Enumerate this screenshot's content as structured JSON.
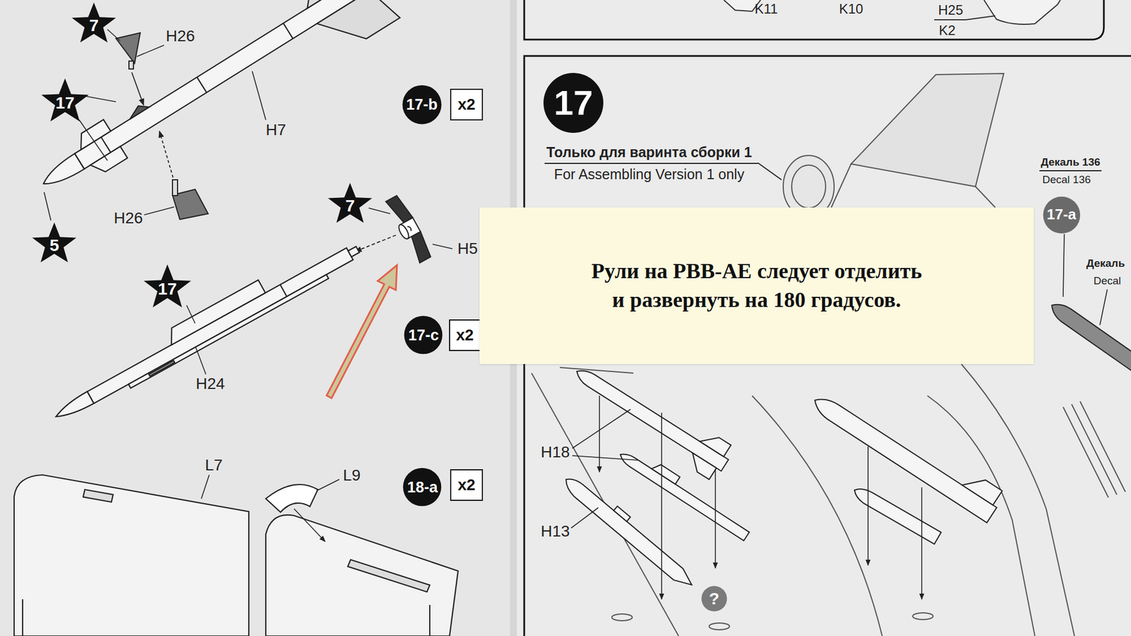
{
  "diagram": {
    "nodes": [
      {
        "text": [
          "7"
        ]
      },
      {
        "text": [
          "17"
        ]
      },
      {
        "text": [
          "17-b"
        ]
      },
      {
        "text": [
          "x2"
        ]
      },
      {
        "text": [
          "5"
        ]
      },
      {
        "text": [
          "7"
        ]
      },
      {
        "text": [
          "17"
        ]
      },
      {
        "text": [
          "17-c"
        ]
      },
      {
        "text": [
          "x2"
        ]
      },
      {
        "text": [
          "18-a"
        ]
      },
      {
        "text": [
          "x2"
        ]
      },
      {
        "text": [
          "17"
        ]
      },
      {
        "text": [
          "Рули на РВВ-АЕ следует отделить и развернуть на 180 градусов."
        ]
      },
      {
        "text": [
          "17-a"
        ]
      },
      {
        "text": [
          "?"
        ]
      }
    ],
    "labels": [
      "K11",
      "K10",
      "H25",
      "K2",
      "H26",
      "H7",
      "H26",
      "H5",
      "H24",
      "L7",
      "L9",
      "Только для варинта сборки 1",
      "For Assembling Version 1 only",
      "Декаль 136",
      "Decal 136",
      "Декаль",
      "Decal",
      "H18",
      "H13"
    ]
  }
}
